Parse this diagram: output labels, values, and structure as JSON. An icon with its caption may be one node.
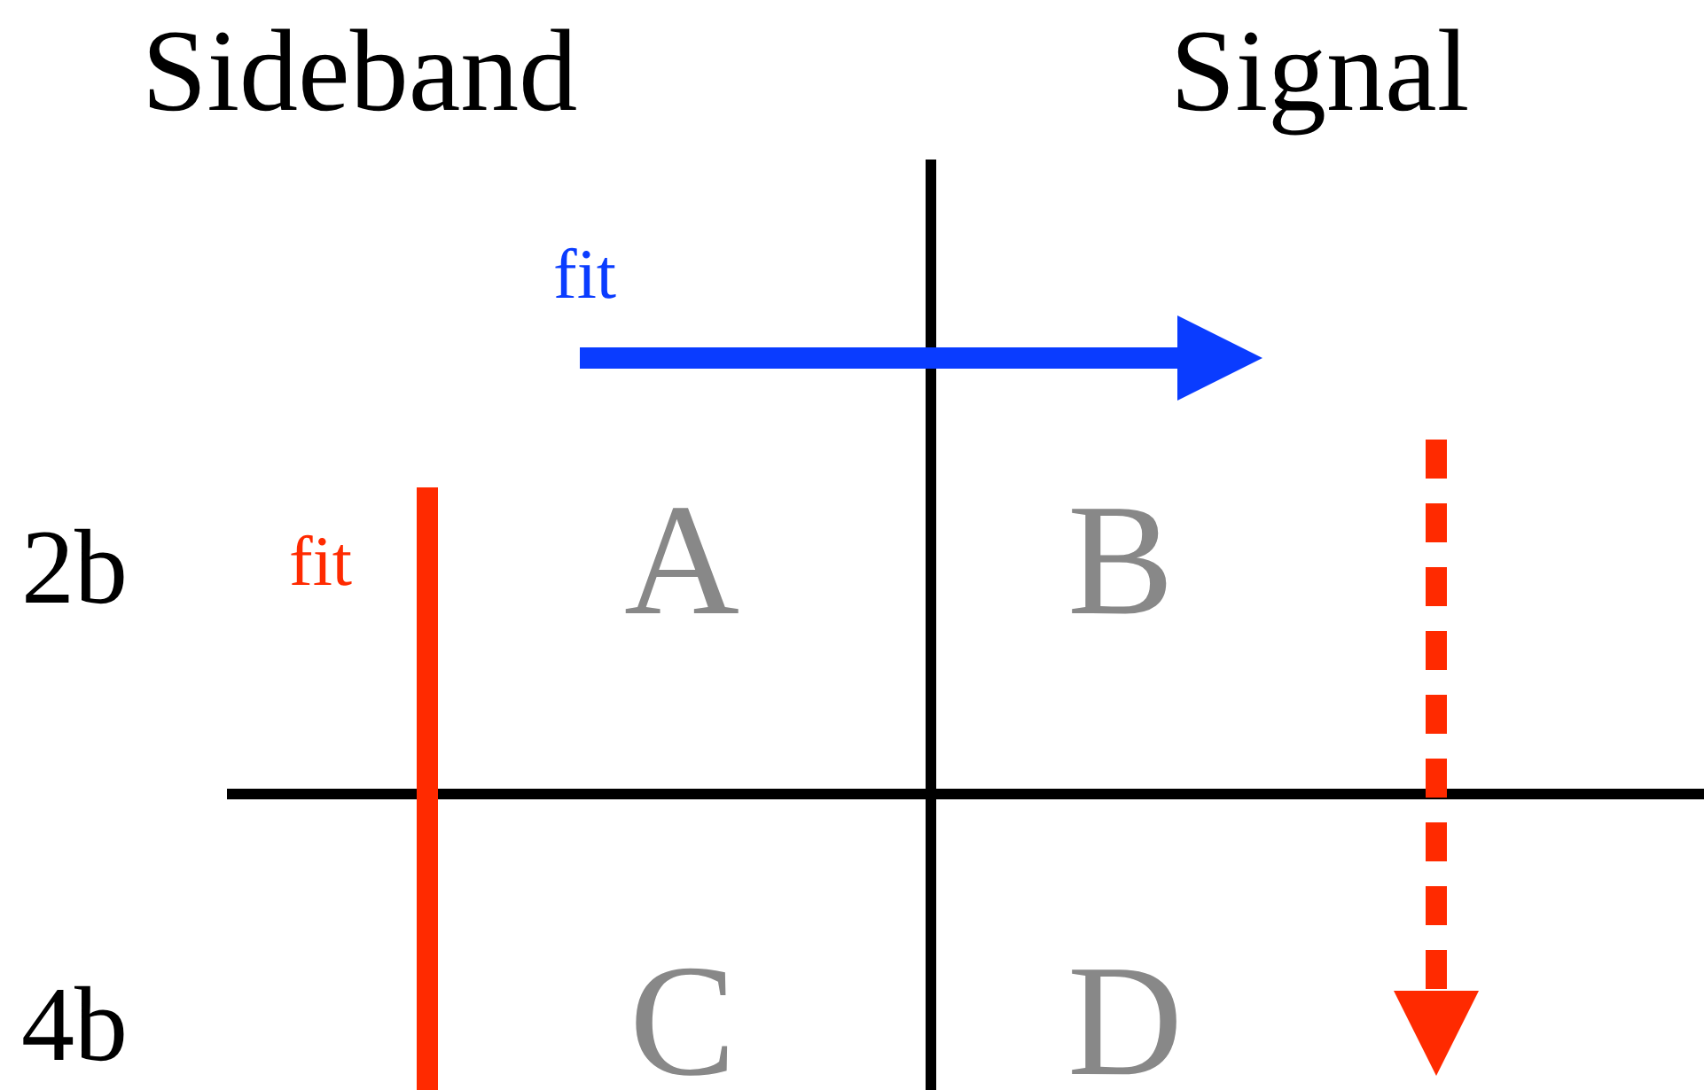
{
  "diagram": {
    "labels": [
      "Sideband",
      "Signal",
      "fit",
      "2b",
      "fit",
      "A",
      "B",
      "4b",
      "C",
      "D"
    ]
  }
}
